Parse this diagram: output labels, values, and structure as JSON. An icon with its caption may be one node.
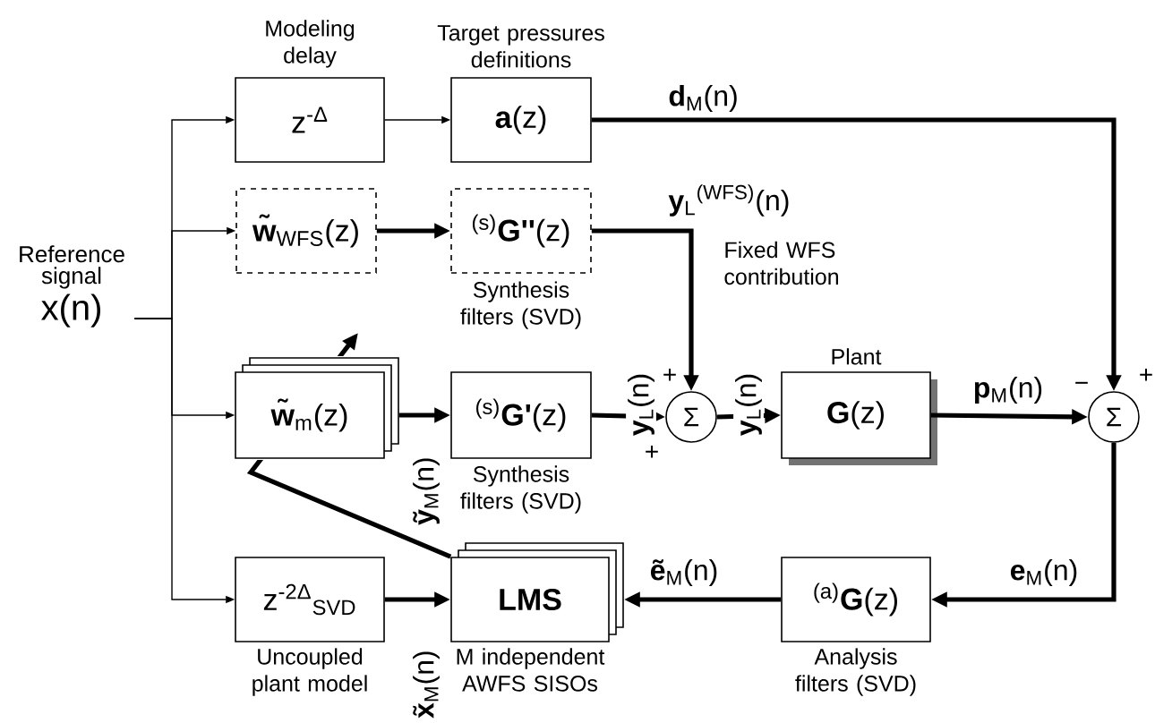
{
  "diagram": {
    "nodes": [
      {
        "text": [
          "Reference signal",
          "x(n)"
        ]
      },
      {
        "text": [
          "z$^{-Δ}$"
        ],
        "beside": [
          "Modeling delay"
        ]
      },
      {
        "text": [
          "**a**(z)"
        ],
        "beside": [
          "Target pressures definitions"
        ]
      },
      {
        "text": [
          "**w̃**$_{WFS}$(z)"
        ]
      },
      {
        "text": [
          "$^{(s)}$**G''**(z)"
        ],
        "beside": [
          "Synthesis filters (SVD)"
        ]
      },
      {
        "text": [
          "**w̃**$_{m}$(z)"
        ]
      },
      {
        "text": [
          "$^{(s)}$**G'**(z)"
        ],
        "beside": [
          "Synthesis filters (SVD)"
        ]
      },
      {
        "text": [
          "Σ"
        ]
      },
      {
        "text": [
          "**G**(z)"
        ],
        "beside": [
          "Plant"
        ]
      },
      {
        "text": [
          "Σ"
        ]
      },
      {
        "text": [
          "z$^{-2Δ}$$_{SVD}$"
        ],
        "beside": [
          "Uncoupled plant model"
        ]
      },
      {
        "text": [
          "LMS"
        ],
        "beside": [
          "M independent AWFS SISOs"
        ]
      },
      {
        "text": [
          "$^{(a)}$**G**(z)"
        ],
        "beside": [
          "Analysis filters (SVD)"
        ]
      }
    ],
    "edges": [
      {
        "from": 0,
        "to": 1,
        "arrow": "to"
      },
      {
        "from": 0,
        "to": 3,
        "arrow": "to"
      },
      {
        "from": 0,
        "to": 5,
        "arrow": "to"
      },
      {
        "from": 0,
        "to": 10,
        "arrow": "to"
      },
      {
        "from": 1,
        "to": 2,
        "arrow": "to"
      },
      {
        "from": 2,
        "to": 9,
        "arrow": "to",
        "label": "**d**$_{M}$(n)"
      },
      {
        "from": 3,
        "to": 4,
        "arrow": "to"
      },
      {
        "from": 4,
        "to": 7,
        "arrow": "to",
        "label": "**y**$_{L}$$^{(WFS)}$(n)"
      },
      {
        "from": 5,
        "to": 6,
        "arrow": "to",
        "label": "**ỹ**$_{M}$(n)"
      },
      {
        "from": 6,
        "to": 7,
        "arrow": "to",
        "label": "**y**$_{L}$(n)"
      },
      {
        "from": 7,
        "to": 8,
        "arrow": "to",
        "label": "**y**$_{L}$(n)"
      },
      {
        "from": 8,
        "to": 9,
        "arrow": "to",
        "label": "**p**$_{M}$(n)"
      },
      {
        "from": 9,
        "to": 12,
        "arrow": "to",
        "label": "**e**$_{M}$(n)"
      },
      {
        "from": 12,
        "to": 11,
        "arrow": "to",
        "label": "**ẽ**$_{M}$(n)"
      },
      {
        "from": 10,
        "to": 11,
        "arrow": "to",
        "label": "**x̃**$_{M}$(n)"
      },
      {
        "from": 11,
        "to": 5,
        "arrow": "to"
      }
    ],
    "labels": [
      "Fixed WFS contribution",
      "+",
      "+",
      "−",
      "+"
    ]
  }
}
